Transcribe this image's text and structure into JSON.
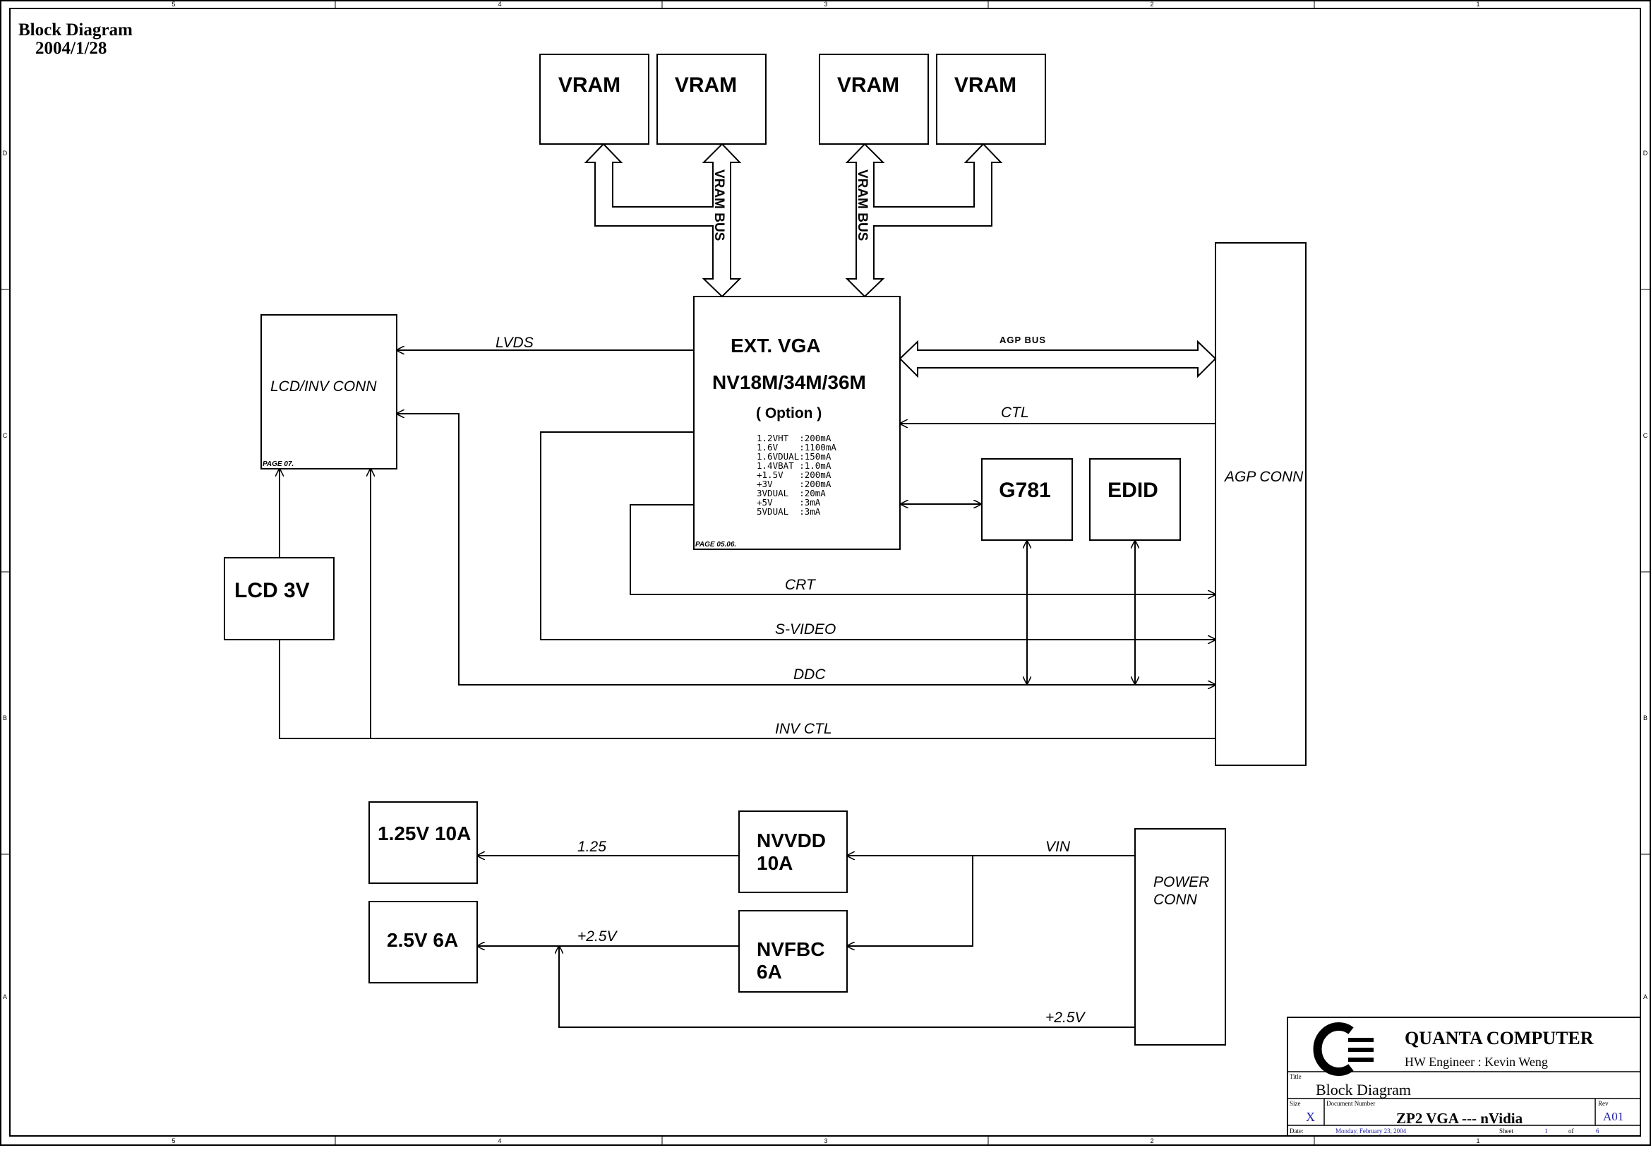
{
  "header": {
    "title": "Block Diagram",
    "date": "2004/1/28"
  },
  "zones": {
    "cols": [
      "5",
      "4",
      "3",
      "2",
      "1"
    ],
    "rows": [
      "D",
      "C",
      "B",
      "A"
    ]
  },
  "blocks": {
    "vram": [
      "VRAM",
      "VRAM",
      "VRAM",
      "VRAM"
    ],
    "vram_bus": "VRAM BUS",
    "gpu_line1": "EXT. VGA",
    "gpu_line2": "NV18M/34M/36M",
    "gpu_line3": "( Option )",
    "gpu_power": [
      "1.2VHT  :200mA",
      "1.6V    :1100mA",
      "1.6VDUAL:150mA",
      "1.4VBAT :1.0mA",
      "+1.5V   :200mA",
      "+3V     :200mA",
      "3VDUAL  :20mA",
      "+5V     :3mA",
      "5VDUAL  :3mA"
    ],
    "gpu_page": "PAGE 05.06.",
    "lcd_conn": "LCD/INV CONN",
    "lcd_page": "PAGE 07.",
    "lcd3v": "LCD 3V",
    "agp_conn": "AGP CONN",
    "g781": "G781",
    "edid": "EDID",
    "v125": "1.25V 10A",
    "v25": "2.5V 6A",
    "nvvdd": [
      "NVVDD",
      "10A"
    ],
    "nvfbc": [
      "NVFBC",
      "6A"
    ],
    "power_conn": [
      "POWER",
      "CONN"
    ]
  },
  "signals": {
    "lvds": "LVDS",
    "agp_bus": "AGP BUS",
    "ctl": "CTL",
    "crt": "CRT",
    "svideo": "S-VIDEO",
    "ddc": "DDC",
    "inv_ctl": "INV CTL",
    "s125": "1.25",
    "s25a": "+2.5V",
    "vin": "VIN",
    "s25b": "+2.5V"
  },
  "title_block": {
    "company": "QUANTA COMPUTER",
    "engineer": "HW Engineer : Kevin Weng",
    "title_label": "Title",
    "title": "Block Diagram",
    "size_label": "Size",
    "size": "X",
    "docnum_label": "Document Number",
    "docnum": "ZP2 VGA --- nVidia",
    "rev_label": "Rev",
    "rev": "A01",
    "date_label": "Date:",
    "date": "Monday, February 23, 2004",
    "sheet_label": "Sheet",
    "sheet": "1",
    "of_label": "of",
    "of": "6"
  }
}
